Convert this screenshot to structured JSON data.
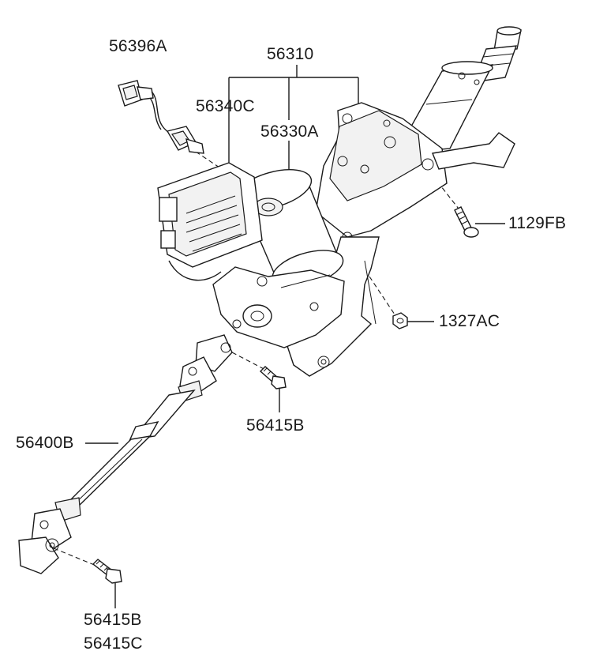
{
  "diagram": {
    "part_labels": {
      "p56396A": "56396A",
      "p56310": "56310",
      "p56340C": "56340C",
      "p56330A": "56330A",
      "p1129FB": "1129FB",
      "p1327AC": "1327AC",
      "p56415B_mid": "56415B",
      "p56400B": "56400B",
      "p56415B_bottom": "56415B",
      "p56415C_bottom": "56415C"
    },
    "colors": {
      "line": "#1a1a1a",
      "background": "#ffffff"
    }
  }
}
